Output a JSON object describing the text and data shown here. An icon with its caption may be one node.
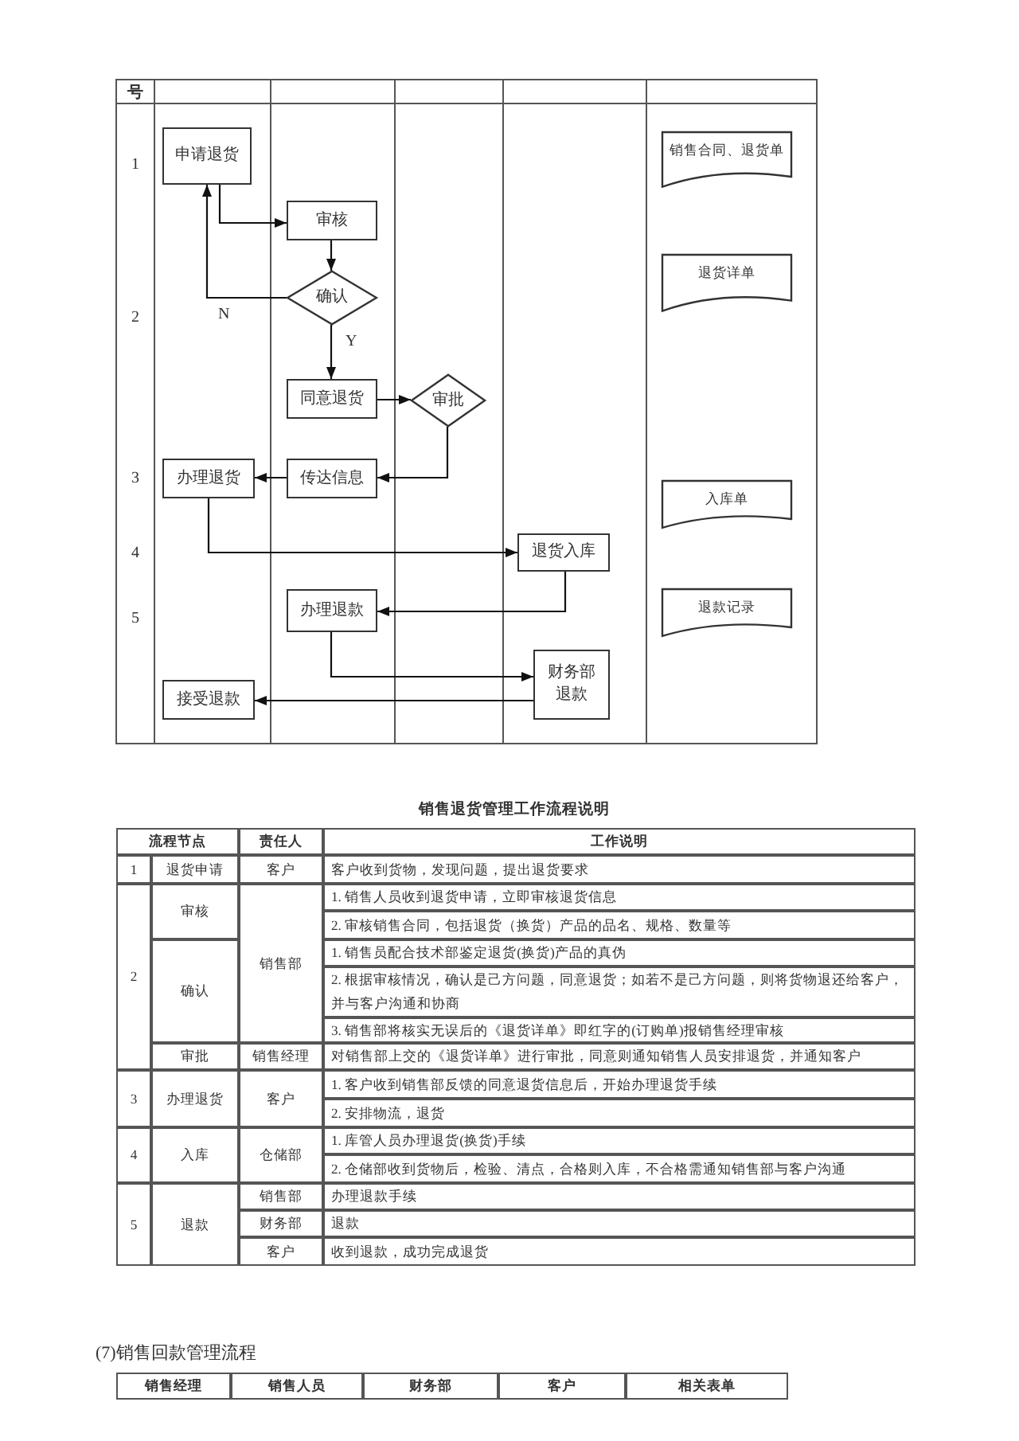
{
  "diagram": {
    "title": "销售退货管理工作流程说明",
    "nodes": [
      {
        "text": [
          "申请退货"
        ]
      },
      {
        "text": [
          "审核"
        ]
      },
      {
        "text": [
          "确认"
        ]
      },
      {
        "text": [
          "同意退货"
        ]
      },
      {
        "text": [
          "审批"
        ]
      },
      {
        "text": [
          "传达信息"
        ]
      },
      {
        "text": [
          "办理退货"
        ]
      },
      {
        "text": [
          "退货入库"
        ]
      },
      {
        "text": [
          "办理退款"
        ]
      },
      {
        "text": [
          "财务部退款"
        ]
      },
      {
        "text": [
          "接受退款"
        ]
      },
      {
        "text": [
          "销售合同、退货单"
        ]
      },
      {
        "text": [
          "退货详单"
        ]
      },
      {
        "text": [
          "入库单"
        ]
      },
      {
        "text": [
          "退款记录"
        ]
      }
    ],
    "edges": [
      {
        "from": 0,
        "to": 1,
        "arrow": "to"
      },
      {
        "from": 1,
        "to": 2,
        "arrow": "to"
      },
      {
        "from": 2,
        "to": 0,
        "arrow": "to",
        "label": "N"
      },
      {
        "from": 2,
        "to": 3,
        "arrow": "to",
        "label": "Y"
      },
      {
        "from": 3,
        "to": 4,
        "arrow": "to"
      },
      {
        "from": 4,
        "to": 5,
        "arrow": "to"
      },
      {
        "from": 5,
        "to": 6,
        "arrow": "to"
      },
      {
        "from": 6,
        "to": 7,
        "arrow": "to"
      },
      {
        "from": 7,
        "to": 8,
        "arrow": "to"
      },
      {
        "from": 8,
        "to": 9,
        "arrow": "to"
      },
      {
        "from": 9,
        "to": 10,
        "arrow": "to"
      }
    ],
    "labels": [
      "号",
      "1",
      "2",
      "3",
      "4",
      "5",
      "流程节点",
      "责任人",
      "工作说明",
      "1",
      "退货申请",
      "客户",
      "客户收到货物，发现问题，提出退货要求",
      "2",
      "审核",
      "销售部",
      "1. 销售人员收到退货申请，立即审核退货信息",
      "2. 审核销售合同，包括退货（换货）产品的品名、规格、数量等",
      "确认",
      "1. 销售员配合技术部鉴定退货(换货)产品的真伪",
      "2. 根据审核情况，确认是己方问题，同意退货；如若不是己方问题，则将货物退还给客户，并与客户沟通和协商",
      "3. 销售部将核实无误后的《退货详单》即红字的(订购单)报销售经理审核",
      "审批",
      "销售经理",
      "对销售部上交的《退货详单》进行审批，同意则通知销售人员安排退货，并通知客户",
      "3",
      "办理退货",
      "客户",
      "1. 客户收到销售部反馈的同意退货信息后，开始办理退货手续",
      "2. 安排物流，退货",
      "4",
      "入库",
      "仓储部",
      "1. 库管人员办理退货(换货)手续",
      "2. 仓储部收到货物后，检验、清点，合格则入库，不合格需通知销售部与客户沟通",
      "5",
      "退款",
      "销售部",
      "办理退款手续",
      "财务部",
      "退款",
      "客户",
      "收到退款，成功完成退货",
      "(7)销售回款管理流程",
      "销售经理",
      "销售人员",
      "财务部",
      "客户",
      "相关表单"
    ]
  }
}
